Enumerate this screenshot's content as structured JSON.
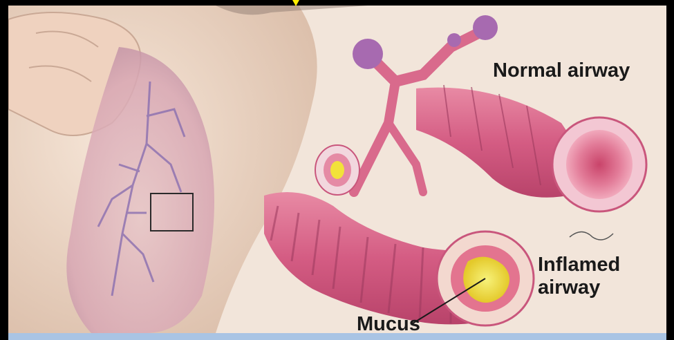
{
  "labels": {
    "normal_airway": "Normal airway",
    "inflamed_airway": "Inflamed airway",
    "mucus": "Mucus"
  },
  "colors": {
    "background": "#000000",
    "skin": "#efd9c8",
    "airway_pink": "#d9668a",
    "mucus_yellow": "#f2e23a",
    "bottom_bar": "#a9c4e4",
    "pointer": "#ffee00"
  }
}
